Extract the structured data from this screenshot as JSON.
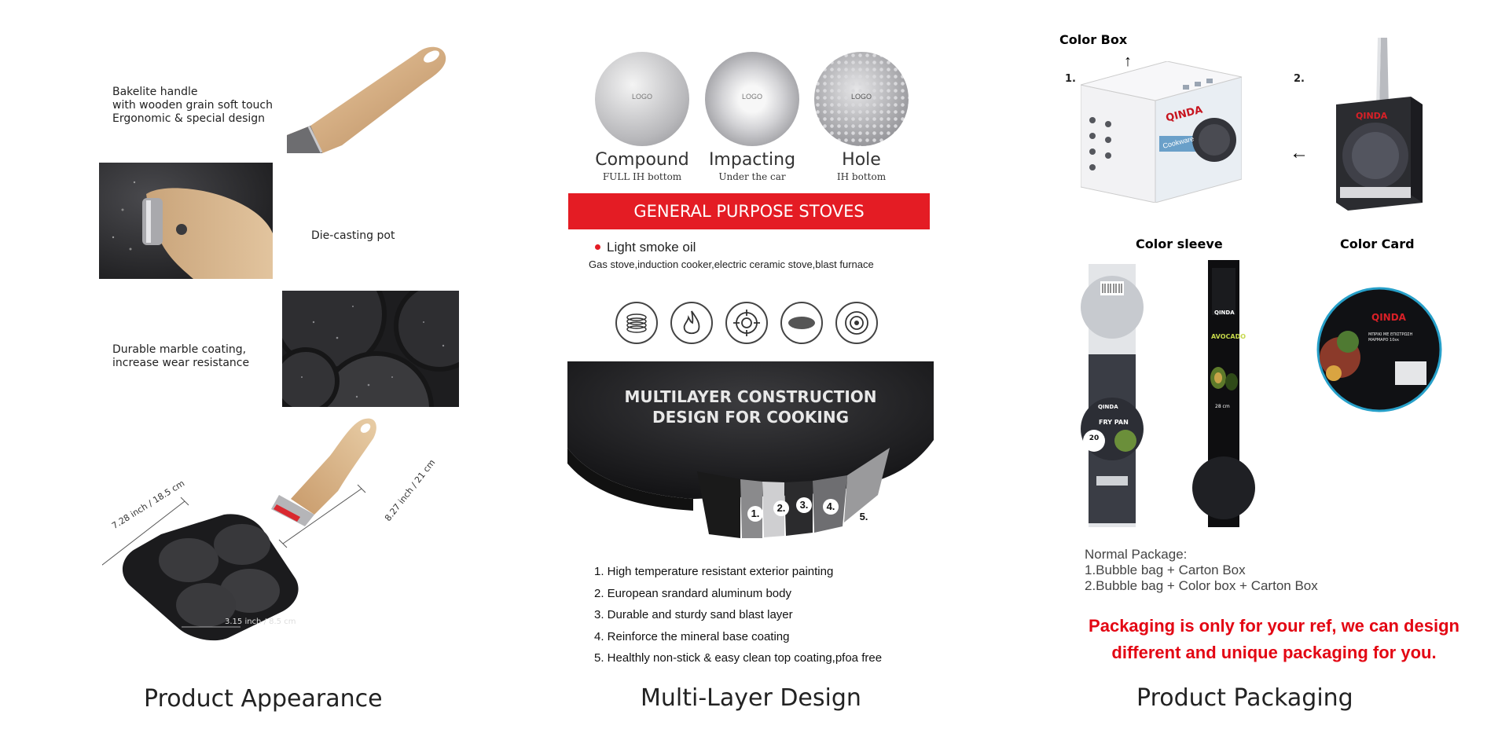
{
  "appearance": {
    "handle_text": [
      "Bakelite handle",
      "with wooden grain soft touch",
      "Ergonomic & special design"
    ],
    "pot_text": "Die-casting pot",
    "coating_text": [
      "Durable marble coating,",
      "increase wear resistance"
    ],
    "dim_width": "7.28 inch / 18.5 cm",
    "dim_length": "8.27 inch / 21 cm",
    "dim_cup": "3.15 inch / 8.5 cm",
    "caption": "Product Appearance"
  },
  "multilayer": {
    "bottoms": [
      {
        "logo": "LOGO",
        "name": "Compound",
        "sub": "FULL IH bottom"
      },
      {
        "logo": "LOGO",
        "name": "Impacting",
        "sub": "Under the car"
      },
      {
        "logo": "LOGO",
        "name": "Hole",
        "sub": "IH bottom"
      }
    ],
    "banner": "GENERAL PURPOSE STOVES",
    "bullet": "Light smoke oil",
    "stoves": "Gas stove,induction cooker,electric ceramic stove,blast furnace",
    "stove_icons": [
      "induction-coil-icon",
      "flame-icon",
      "gas-burner-icon",
      "ceramic-plate-icon",
      "hot-plate-icon"
    ],
    "construction_title": [
      "MULTILAYER CONSTRUCTION",
      "DESIGN FOR COOKING"
    ],
    "layer_numbers": [
      "1.",
      "2.",
      "3.",
      "4.",
      "5."
    ],
    "layers": [
      "1. High temperature resistant exterior painting",
      "2. European srandard aluminum body",
      "3. Durable and sturdy sand blast layer",
      "4. Reinforce the mineral base coating",
      "5. Healthly non-stick & easy clean top coating,pfoa free"
    ],
    "caption": "Multi-Layer Design"
  },
  "packaging": {
    "color_box": "Color Box",
    "step1": "1.",
    "step2": "2.",
    "brand": "QINDA",
    "box_side_label": "Cookware",
    "color_sleeve": "Color sleeve",
    "color_card": "Color Card",
    "sleeve1_product": "FRY PAN",
    "sleeve1_size": "20",
    "sleeve2_product": "AVOCADO",
    "sleeve2_size": "28 cm",
    "card_text": "ΜΠΡΙΚΙ ΜΕ ΕΠΙΣΤΡΩΣΗ ΜΑΡΜΑΡΟ 10εκ",
    "normal_title": "Normal Package:",
    "normal_lines": [
      "1.Bubble bag + Carton Box",
      "2.Bubble bag + Color box + Carton Box"
    ],
    "note": [
      "Packaging is only for your ref, we can design",
      "different and unique packaging for you."
    ],
    "caption": "Product Packaging"
  },
  "colors": {
    "red": "#e41c24",
    "dark": "#1c1c1e",
    "wood": "#d8b48a"
  }
}
